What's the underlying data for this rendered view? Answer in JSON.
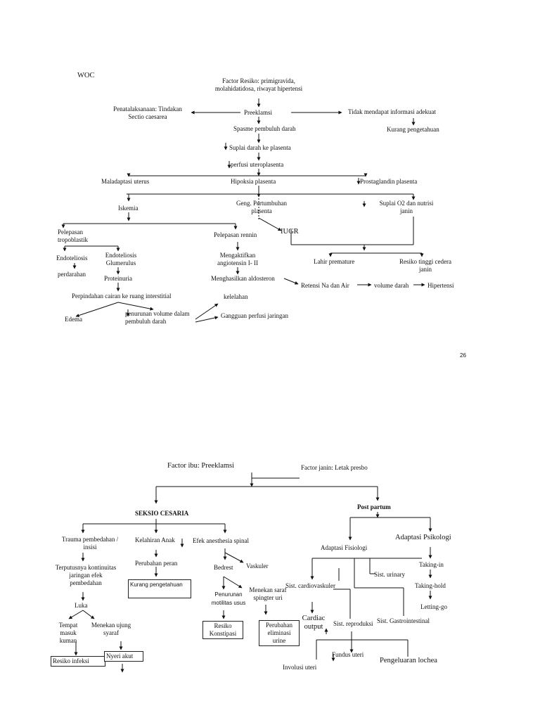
{
  "page1": {
    "woc": "WOC",
    "factor_resiko": "Factor Resiko: primigravida, molahidatidosa, riwayat hipertensi",
    "penatalaksanaan": "Penatalaksanaan: Tindakan Sectio caesarea",
    "preeklamsi": "Preeklamsi",
    "tidak_informasi": "Tidak mendapat informasi adekuat",
    "spasme": "Spasme pembuluh darah",
    "kurang_pengetahuan": "Kurang pengetahuan",
    "suplai_darah": "Suplai darah ke plasenta",
    "perfusi": "perfusi uteroplasenta",
    "maladaptasi": "Maladaptasi uterus",
    "hipoksia": "Hipoksia plasenta",
    "prostaglandin": "Prostaglandin plasenta",
    "iskemia": "Iskemia",
    "geng_pertumbuhan": "Geng. Pertumbuhan plasenta",
    "suplai_o2": "Suplai O2 dan nutrisi janin",
    "pelepasan_tropoblastik": "Pelepasan tropoblastik",
    "pelepasan_rennin": "Pelepasan rennin",
    "iugr": "IUGR",
    "endoteliosis_1": "Endoteliosis",
    "endoteliosis_2": "Endoteliosis Glumerulus",
    "perdarahan": "perdarahan",
    "mengaktifkan": "Mengaktifkan angiotensin I- II",
    "lahir_premature": "Lahir premature",
    "resiko_cedera": "Resiko tinggi cedera janin",
    "proteinuria": "Proteinuria",
    "menghasilkan": "Menghasilkan aldosteron",
    "retensi": "Retensi Na dan Air",
    "volume_darah": "volume darah",
    "hipertensi": "Hipertensi",
    "perpindahan": "Perpindahan cairan ke ruang interstitial",
    "kelelahan": "kelelahan",
    "edema": "Edema",
    "penurunan_volume": "penurunan volume dalam pembuluh darah",
    "gangguan": "Gangguan perfusi jaringan",
    "page_number": "26"
  },
  "page2": {
    "factor_ibu": "Factor ibu: Preeklamsi",
    "factor_janin": "Factor janin: Letak presbo",
    "seksio": "SEKSIO CESARIA",
    "post_partum": "Post partum",
    "trauma": "Trauma pembedahan / insisi",
    "kelahiran": "Kelahiran Anak",
    "efek": "Efek anesthesia spinal",
    "adaptasi_fisiologi": "Adaptasi Fisiologi",
    "adaptasi_psikologi": "Adaptasi Psikologi",
    "terputusnya": "Terputusnya kontinuitas jaringan efek pembedahan",
    "perubahan_peran": "Perubahan peran",
    "bedrest": "Bedrest",
    "vaskuler": "Vaskuler",
    "kurang_pengetahuan": "Kurang pengetahuan",
    "sist_urinary": "Sist. urinary",
    "taking_in": "Taking-in",
    "sist_cardio": "Sist. cardiovaskuler",
    "taking_hold": "Taking-hold",
    "luka": "Luka",
    "penurunan_motilitas": "Penurunan motilitas usus",
    "menekan_saraf": "Menekan saraf spingter uri",
    "letting_go": "Letting-go",
    "cardiac": "Cardiac output",
    "sist_gastro": "Sist. Gastrointestinal",
    "tempat_masuk": "Tempat masuk kuman",
    "menekan_ujung": "Menekan ujung syaraf",
    "resiko_konstipasi": "Resiko Konstipasi",
    "perubahan_eliminasi": "Perubahan eliminasi urine",
    "sist_reproduksi": "Sist. reproduksi",
    "fundus": "Fundus uteri",
    "resiko_infeksi": "Resiko infeksi",
    "nyeri_akut": "Nyeri akut",
    "pengeluaran": "Pengeluaran lochea",
    "involusi": "Involusi uteri"
  }
}
